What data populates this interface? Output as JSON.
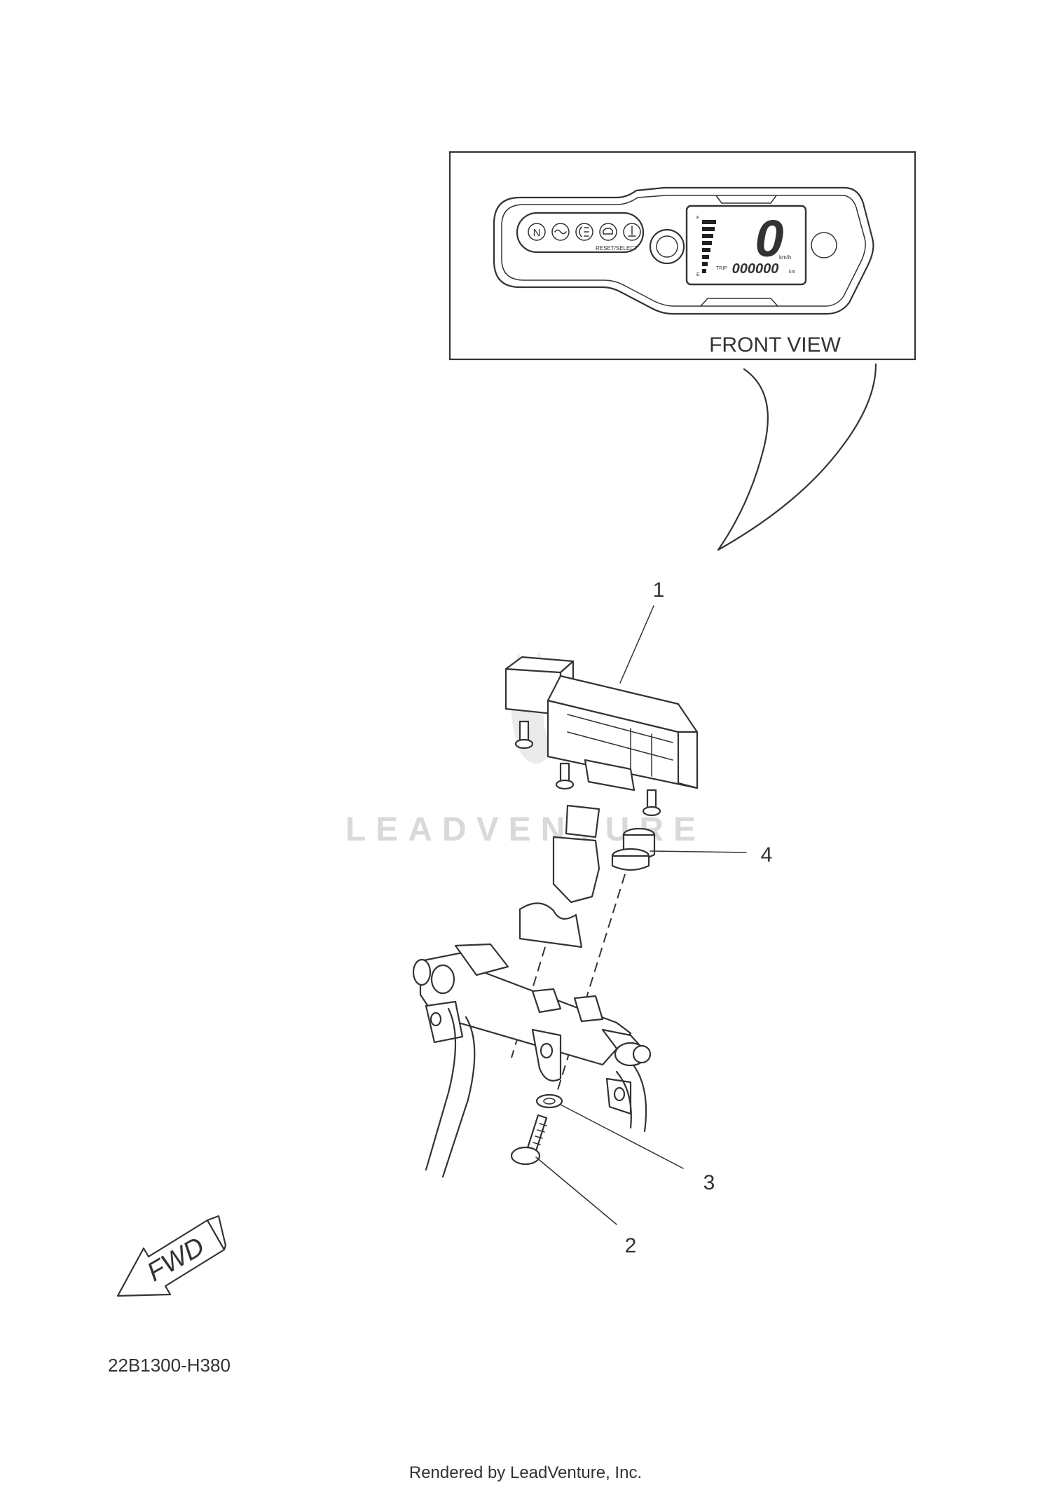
{
  "front_view_label": "FRONT VIEW",
  "callouts": [
    {
      "id": "1",
      "text": "1"
    },
    {
      "id": "2",
      "text": "2"
    },
    {
      "id": "3",
      "text": "3"
    },
    {
      "id": "4",
      "text": "4"
    }
  ],
  "meter": {
    "reset_select_label": "RESET/SELECT",
    "speed_digit": "0",
    "speed_unit": "km/h",
    "trip_label": "TRIP",
    "odometer": "000000",
    "odo_unit": "km",
    "fuel_full": "F",
    "fuel_empty": "E",
    "indicator_neutral": "N"
  },
  "fwd_label": "FWD",
  "part_code": "22B1300-H380",
  "footer": "Rendered by LeadVenture, Inc.",
  "watermark": "LEADVENTURE"
}
